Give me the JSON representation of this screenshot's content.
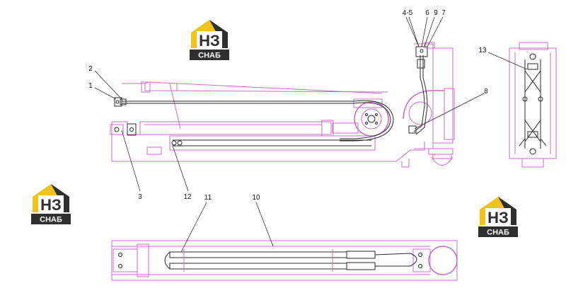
{
  "logos": [
    {
      "id": "logo-top",
      "letters": "НЗ",
      "caption": "СНАБ"
    },
    {
      "id": "logo-left",
      "letters": "НЗ",
      "caption": "СНАБ"
    },
    {
      "id": "logo-right",
      "letters": "НЗ",
      "caption": "СНАБ"
    }
  ],
  "colors": {
    "drawing": "#c76fc4",
    "detail": "#2a2a2a",
    "logo_yellow": "#f2c31b",
    "logo_dark": "#2f2f2f"
  },
  "callouts": [
    {
      "id": "c1",
      "text": "1"
    },
    {
      "id": "c2",
      "text": "2"
    },
    {
      "id": "c3",
      "text": "3"
    },
    {
      "id": "c45",
      "text": "4-5"
    },
    {
      "id": "c6",
      "text": "6"
    },
    {
      "id": "c9",
      "text": "9"
    },
    {
      "id": "c7",
      "text": "7"
    },
    {
      "id": "c8",
      "text": "8"
    },
    {
      "id": "c13",
      "text": "13"
    },
    {
      "id": "c12",
      "text": "12"
    },
    {
      "id": "c11",
      "text": "11"
    },
    {
      "id": "c10",
      "text": "10"
    }
  ]
}
